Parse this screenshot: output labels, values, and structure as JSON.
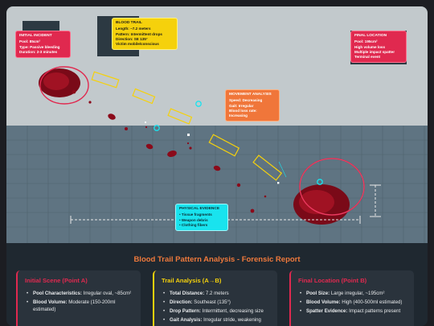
{
  "scene": {
    "cards": {
      "initial": {
        "title": "INITIAL INCIDENT",
        "lines": [
          "Pool: 85cm²",
          "Type: Passive bleeding",
          "Duration: 2-3 minutes"
        ]
      },
      "trail": {
        "title": "BLOOD TRAIL",
        "lines": [
          "Length: ~7.2 meters",
          "Pattern: Intermittent drops",
          "Direction: SE 135°",
          "Victim mobile/conscious"
        ]
      },
      "final": {
        "title": "FINAL LOCATION",
        "lines": [
          "Pool: 195cm²",
          "High volume loss",
          "Multiple impact spatter",
          "Terminal event"
        ]
      },
      "movement": {
        "title": "MOVEMENT ANALYSIS",
        "lines": [
          "Speed: Decreasing",
          "Gait: Irregular",
          "Blood loss rate:",
          "Increasing"
        ]
      },
      "evidence": {
        "title": "PHYSICAL EVIDENCE",
        "lines": [
          "• Tissue fragments",
          "• Weapon debris",
          "• Clothing fibers"
        ]
      }
    },
    "colors": {
      "wall": "#c2c9cc",
      "floor": "#5f7482",
      "blood": "#8b0a1a",
      "red_accent": "#e0294f",
      "yellow_accent": "#f5d10c",
      "cyan_accent": "#19e3ee"
    }
  },
  "report": {
    "title": "Blood Trail Pattern Analysis - Forensic Report",
    "columns": [
      {
        "heading": "Initial Scene (Point A)",
        "color": "#e0294f",
        "items": [
          {
            "label": "Pool Characteristics:",
            "text": " Irregular oval, ~85cm²"
          },
          {
            "label": "Blood Volume:",
            "text": " Moderate (150-200ml estimated)"
          }
        ]
      },
      {
        "heading": "Trail Analysis (A→B)",
        "color": "#f5d10c",
        "items": [
          {
            "label": "Total Distance:",
            "text": " 7.2 meters"
          },
          {
            "label": "Direction:",
            "text": " Southeast (135°)"
          },
          {
            "label": "Drop Pattern:",
            "text": " Intermittent, decreasing size"
          },
          {
            "label": "Gait Analysis:",
            "text": " Irregular stride, weakening"
          }
        ]
      },
      {
        "heading": "Final Location (Point B)",
        "color": "#e0294f",
        "items": [
          {
            "label": "Pool Size:",
            "text": " Large irregular, ~195cm²"
          },
          {
            "label": "Blood Volume:",
            "text": " High (400-500ml estimated)"
          },
          {
            "label": "Spatter Evidence:",
            "text": " Impact patterns present"
          }
        ]
      }
    ]
  }
}
